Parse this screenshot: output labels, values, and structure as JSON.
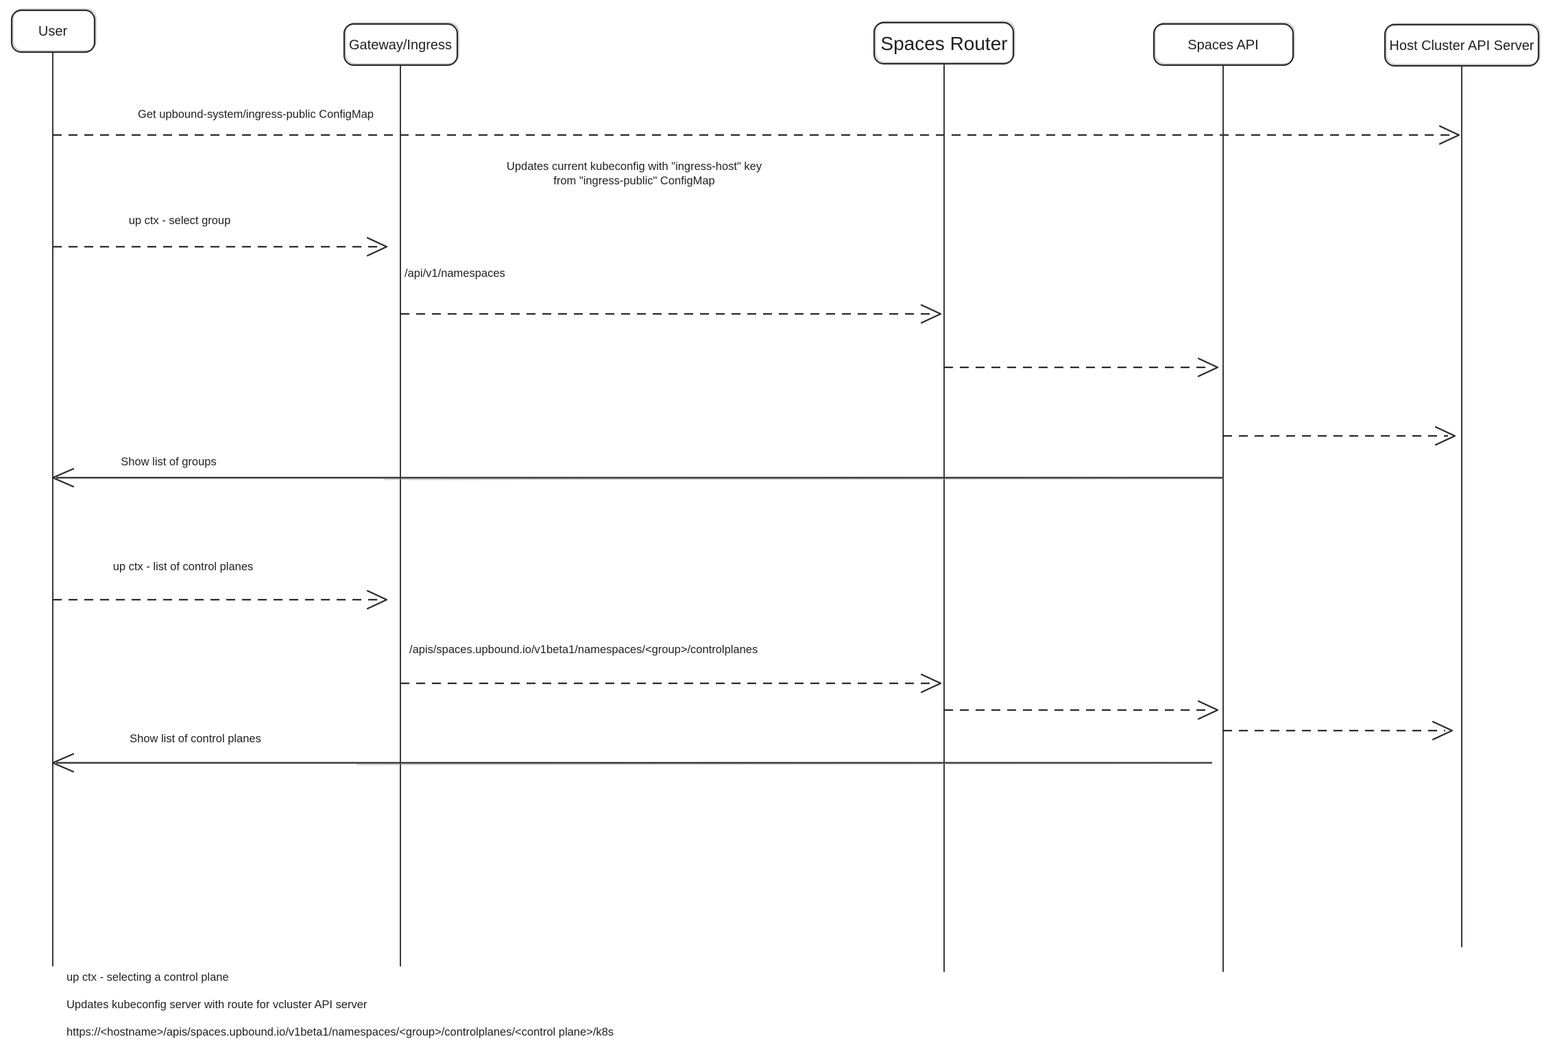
{
  "actors": [
    {
      "label": "User"
    },
    {
      "label": "Gateway/Ingress"
    },
    {
      "label": "Spaces Router"
    },
    {
      "label": "Spaces API"
    },
    {
      "label": "Host Cluster API Server"
    }
  ],
  "messages": [
    {
      "label": "Get upbound-system/ingress-public ConfigMap"
    },
    {
      "label": "up ctx - select group"
    },
    {
      "label": "/api/v1/namespaces"
    },
    {
      "label": "Show list of groups"
    },
    {
      "label": "up ctx - list of control planes"
    },
    {
      "label": "/apis/spaces.upbound.io/v1beta1/namespaces/<group>/controlplanes"
    },
    {
      "label": "Show list of control planes"
    }
  ],
  "note": {
    "line1": "Updates current kubeconfig with \"ingress-host\" key",
    "line2": "from \"ingress-public\" ConfigMap"
  },
  "footnotes": [
    {
      "text": "up ctx - selecting a control plane"
    },
    {
      "text": "Updates kubeconfig server with route for vcluster API server"
    },
    {
      "text": "https://<hostname>/apis/spaces.upbound.io/v1beta1/namespaces/<group>/controlplanes/<control plane>/k8s"
    }
  ]
}
